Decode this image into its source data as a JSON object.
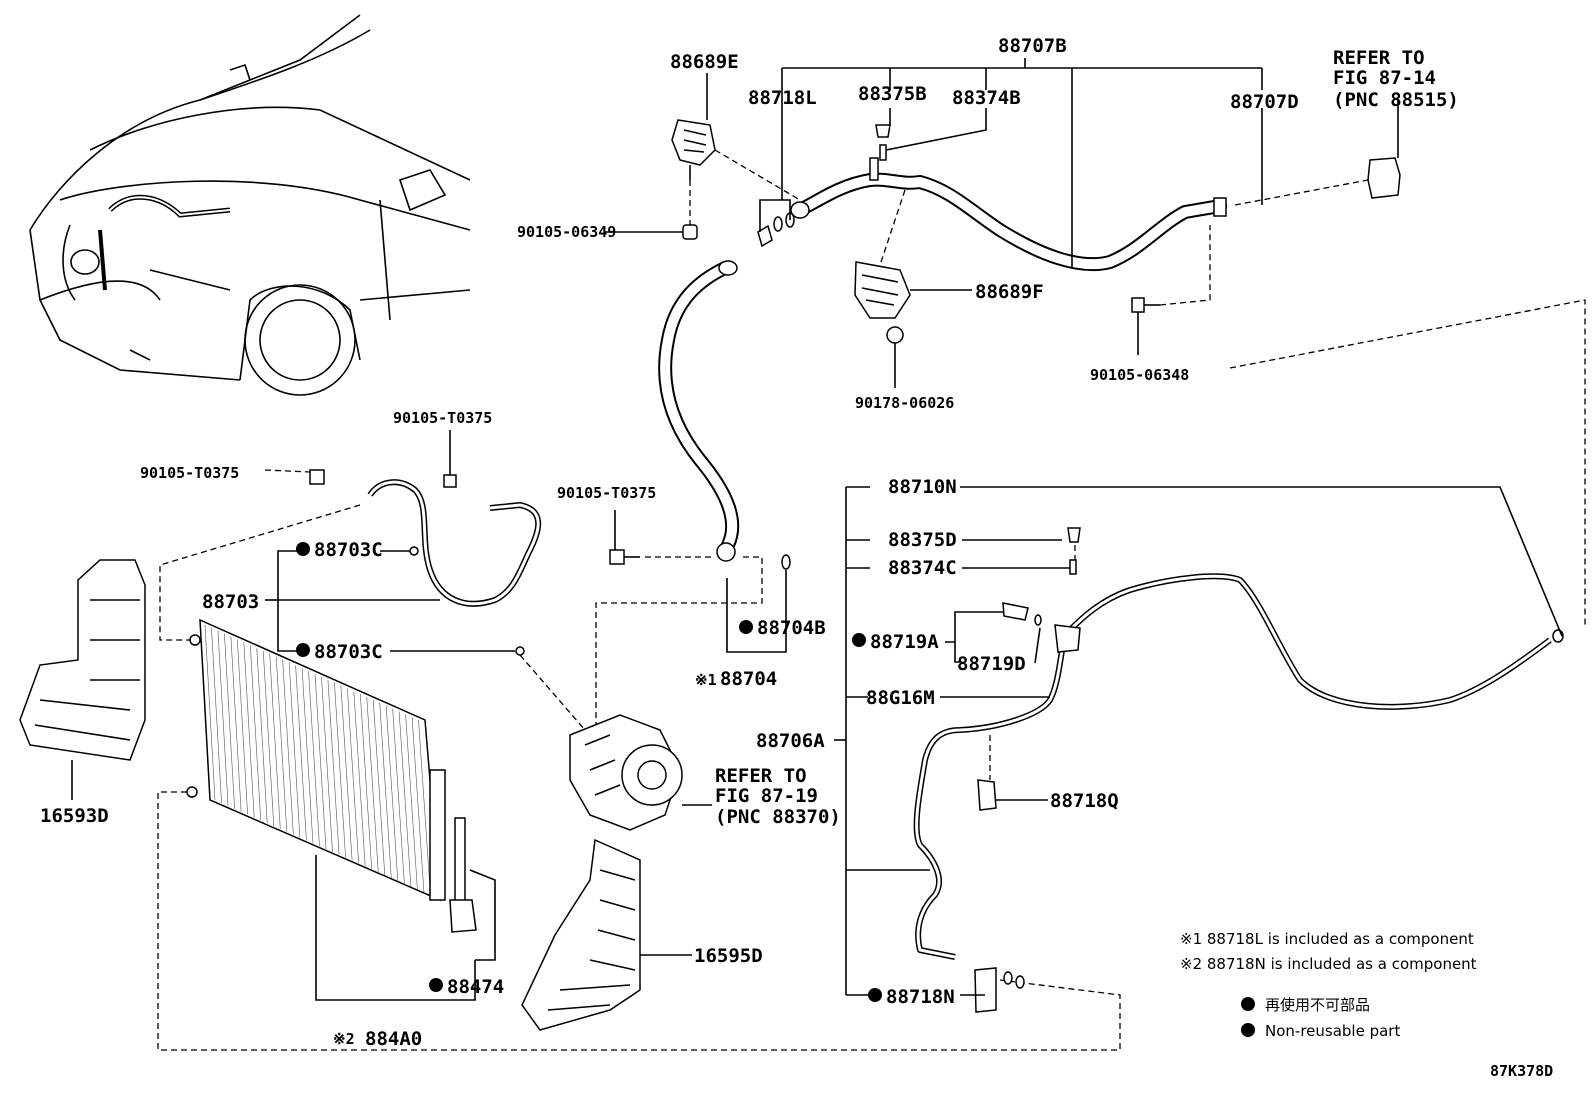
{
  "diagram_id": "87K378D",
  "labels": {
    "p88707B": "88707B",
    "p88689E": "88689E",
    "p88718L": "88718L",
    "p88375B": "88375B",
    "p88374B": "88374B",
    "p88707D": "88707D",
    "refer_fig_8714_line1": "REFER TO",
    "refer_fig_8714_line2": "FIG 87-14",
    "refer_fig_8714_line3": "(PNC 88515)",
    "p90105_06349": "90105-06349",
    "p88689F": "88689F",
    "p90105_06348": "90105-06348",
    "p90178_06026": "90178-06026",
    "p90105_T0375_a": "90105-T0375",
    "p90105_T0375_b": "90105-T0375",
    "p90105_T0375_c": "90105-T0375",
    "p88703C_a": "88703C",
    "p88703": "88703",
    "p88703C_b": "88703C",
    "p88704B": "88704B",
    "p88704": "88704",
    "p88704_mark": "※1",
    "p88710N": "88710N",
    "p88375D": "88375D",
    "p88374C": "88374C",
    "p88719A": "88719A",
    "p88719D": "88719D",
    "p88G16M": "88G16M",
    "p88706A": "88706A",
    "p88718Q": "88718Q",
    "refer_fig_8719_line1": "REFER TO",
    "refer_fig_8719_line2": "FIG 87-19",
    "refer_fig_8719_line3": "(PNC 88370)",
    "p16593D": "16593D",
    "p16595D": "16595D",
    "p88474": "88474",
    "p884A0": "884A0",
    "p884A0_mark": "※2",
    "p88718N": "88718N"
  },
  "notes": {
    "note1": "※1 88718L is included as a component",
    "note2": "※2 88718N is included as a component",
    "legend_jp": "再使用不可部品",
    "legend_en": "Non-reusable part"
  }
}
